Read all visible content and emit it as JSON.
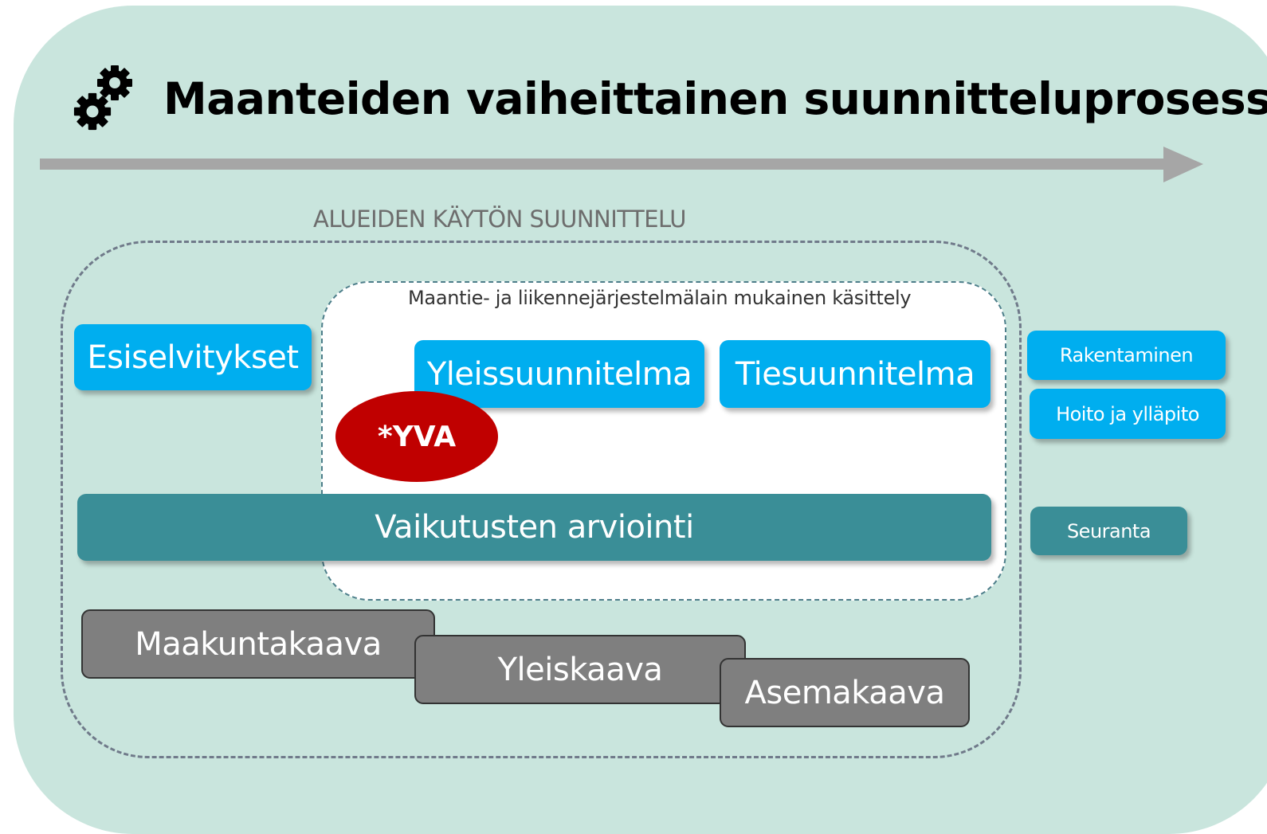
{
  "title": "Maanteiden vaiheittainen suunnitteluprosessi",
  "area_label": "ALUEIDEN KÄYTÖN SUUNNITTELU",
  "inner_label": "Maantie- ja liikennejärjestelmälain mukainen käsittely",
  "boxes": {
    "esiselvitykset": "Esiselvitykset",
    "yleissuunnitelma": "Yleissuunnitelma",
    "tiesuunnitelma": "Tiesuunnitelma",
    "yva": "*YVA",
    "vaikutusten_arviointi": "Vaikutusten arviointi",
    "maakuntakaava": "Maakuntakaava",
    "yleiskaava": "Yleiskaava",
    "asemakaava": "Asemakaava",
    "rakentaminen": "Rakentaminen",
    "hoito": "Hoito ja ylläpito",
    "seuranta": "Seuranta"
  },
  "icons": {
    "title_icon": "gears-icon",
    "timeline": "arrow-right-icon"
  },
  "colors": {
    "panel": "#c9e5dd",
    "blue": "#00aeef",
    "teal": "#3a8e97",
    "gray": "#7f7f7f",
    "red": "#c00000",
    "arrow": "#a6a6a6"
  }
}
